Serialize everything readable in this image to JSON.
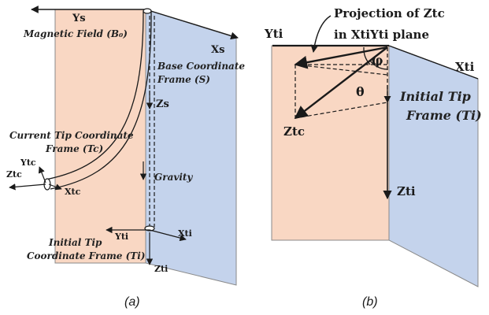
{
  "panel_a": {
    "caption": "(a)",
    "labels": {
      "ys": "Ys",
      "magnetic_field": "Magnetic Field (B₀)",
      "xs": "Xs",
      "base_frame": "Base Coordinate",
      "base_frame_2": "Frame (S)",
      "zs": "Zs",
      "current_tip": "Current Tip Coordinate",
      "current_tip_2": "Frame (Tc)",
      "ytc": "Ytc",
      "ztc": "Ztc",
      "xtc": "Xtc",
      "gravity": "Gravity",
      "yti": "Yti",
      "xti": "Xti",
      "initial_tip": "Initial Tip",
      "initial_tip_2": "Coordinate Frame (Ti)",
      "zti": "Zti"
    }
  },
  "panel_b": {
    "caption": "(b)",
    "labels": {
      "projection_1": "Projection of Ztc",
      "projection_2": "in XtiYti plane",
      "yti": "Yti",
      "xti": "Xti",
      "phi": "φ",
      "theta": "θ",
      "initial_tip_1": "Initial Tip",
      "initial_tip_2": "Frame (Ti)",
      "ztc": "Ztc",
      "zti": "Zti"
    }
  },
  "colors": {
    "peach": "#f9d7c3",
    "blue": "#c4d3ec",
    "ink": "#1a1a1a",
    "italic_label": "#222222"
  }
}
